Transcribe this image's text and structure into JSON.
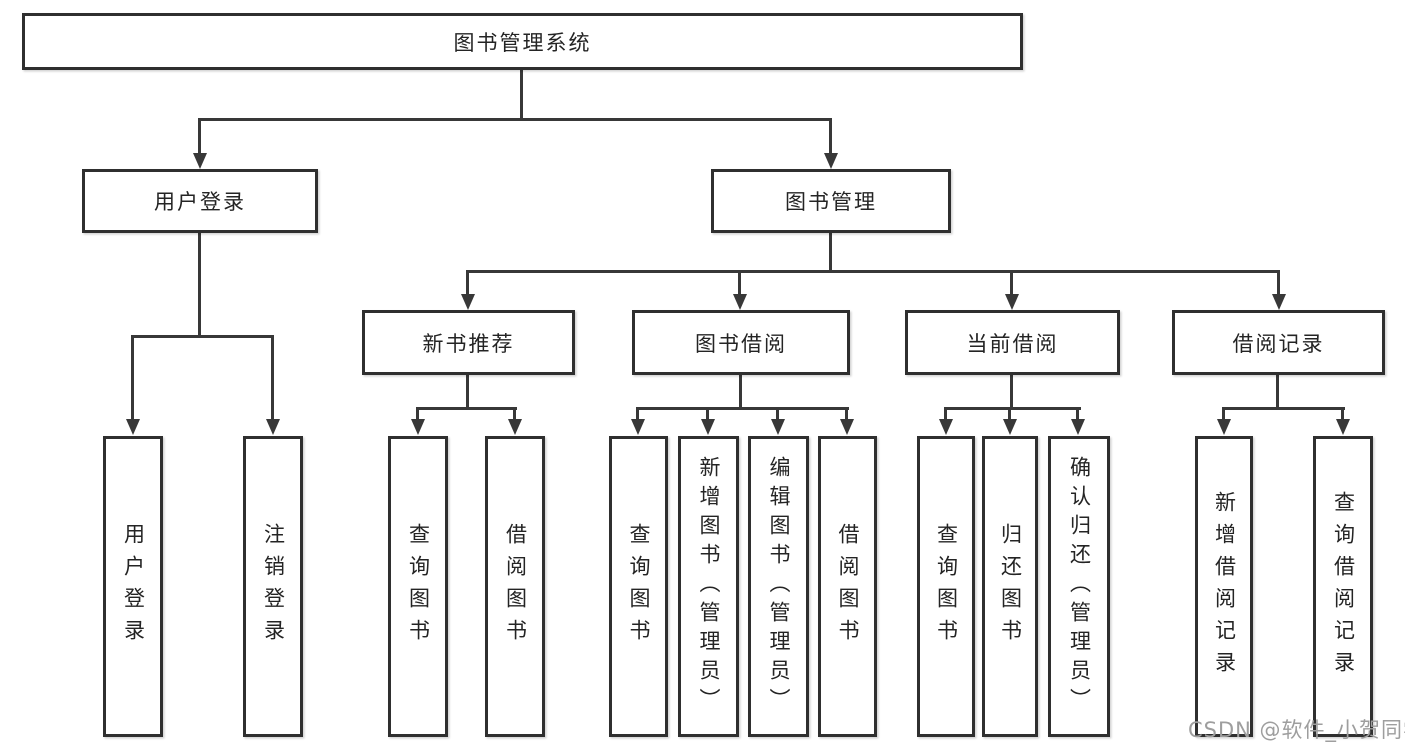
{
  "nodes": {
    "root": "图书管理系统",
    "user_login": "用户登录",
    "book_mgmt": "图书管理",
    "new_book_rec": "新书推荐",
    "book_borrow": "图书借阅",
    "current_borrow": "当前借阅",
    "borrow_record": "借阅记录",
    "leaves": {
      "user_login": "用户登录",
      "logout": "注销登录",
      "rec_query": "查询图书",
      "rec_borrow": "借阅图书",
      "bb_query": "查询图书",
      "bb_add": "新增图书（管理员）",
      "bb_edit": "编辑图书（管理员）",
      "bb_borrow": "借阅图书",
      "cb_query": "查询图书",
      "cb_return": "归还图书",
      "cb_confirm": "确认归还（管理员）",
      "br_add": "新增借阅记录",
      "br_query": "查询借阅记录"
    }
  },
  "colors": {
    "line": "#383838",
    "border": "#2f2f2f",
    "text": "#242424",
    "watermark": "#9e9e9e"
  },
  "watermark": "CSDN @软件_小贺同学"
}
